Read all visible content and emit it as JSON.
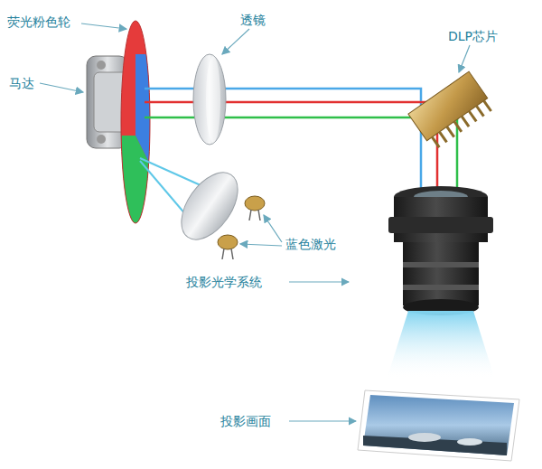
{
  "diagram": {
    "labels": [
      "荧光粉色轮",
      "透镜",
      "DLP芯片",
      "马达",
      "蓝色激光",
      "投影光学系统",
      "投影画面"
    ]
  }
}
